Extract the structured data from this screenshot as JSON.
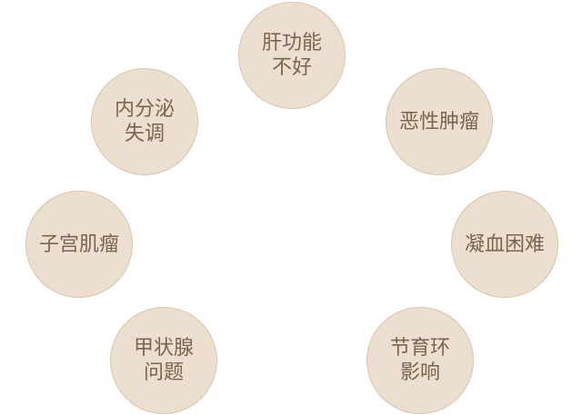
{
  "diagram": {
    "nodes": [
      {
        "id": "liver",
        "label": "肝功能\n不好"
      },
      {
        "id": "endocrine",
        "label": "内分泌\n失调"
      },
      {
        "id": "malignant",
        "label": "恶性肿瘤"
      },
      {
        "id": "fibroid",
        "label": "子宫肌瘤"
      },
      {
        "id": "coagulation",
        "label": "凝血困难"
      },
      {
        "id": "thyroid",
        "label": "甲状腺\n问题"
      },
      {
        "id": "iud",
        "label": "节育环\n影响"
      }
    ],
    "colors": {
      "bubble_fill": "#ecdfd0",
      "bubble_border": "#d9c4ae",
      "text": "#7a6552"
    }
  }
}
